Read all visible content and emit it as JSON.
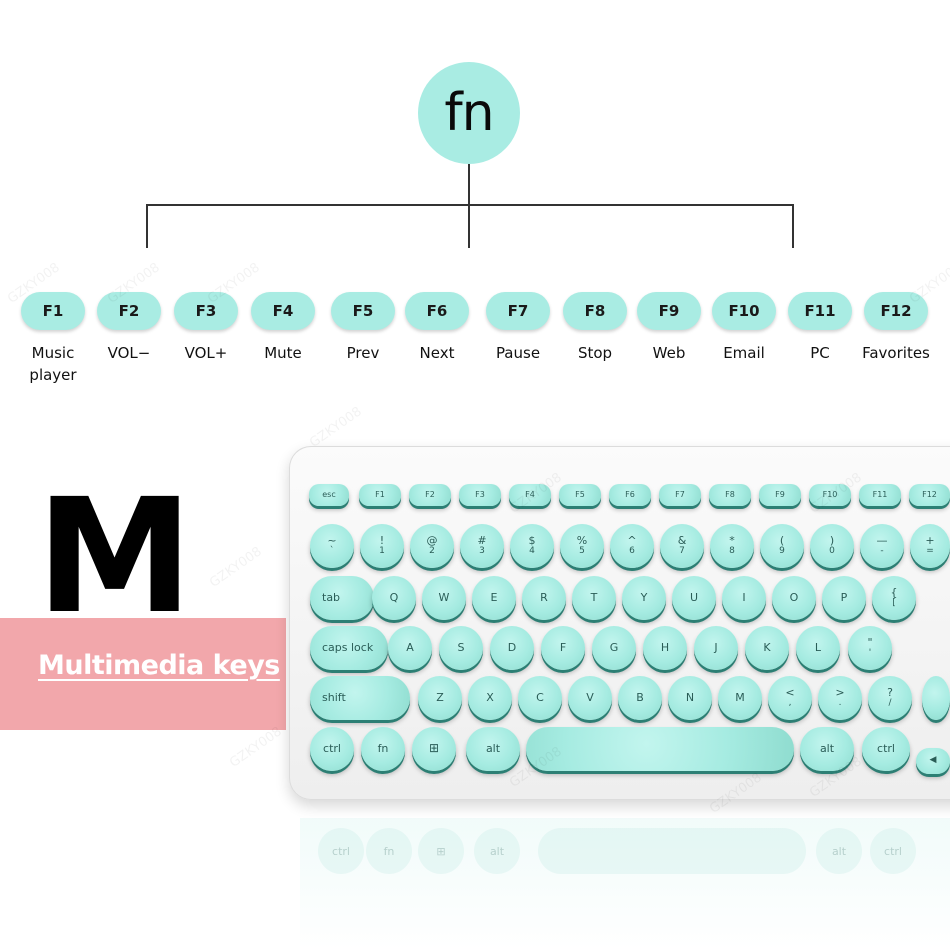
{
  "fn_key": {
    "label": "fn"
  },
  "function_keys": [
    {
      "key": "F1",
      "label_lines": [
        "Music",
        "player"
      ]
    },
    {
      "key": "F2",
      "label_lines": [
        "VOL−"
      ]
    },
    {
      "key": "F3",
      "label_lines": [
        "VOL+"
      ]
    },
    {
      "key": "F4",
      "label_lines": [
        "Mute"
      ]
    },
    {
      "key": "F5",
      "label_lines": [
        "Prev"
      ]
    },
    {
      "key": "F6",
      "label_lines": [
        "Next"
      ]
    },
    {
      "key": "F7",
      "label_lines": [
        "Pause"
      ]
    },
    {
      "key": "F8",
      "label_lines": [
        "Stop"
      ]
    },
    {
      "key": "F9",
      "label_lines": [
        "Web"
      ]
    },
    {
      "key": "F10",
      "label_lines": [
        "Email"
      ]
    },
    {
      "key": "F11",
      "label_lines": [
        "PC"
      ]
    },
    {
      "key": "F12",
      "label_lines": [
        "Favorites"
      ]
    }
  ],
  "hero": {
    "letter": "M",
    "caption": "Multimedia keys"
  },
  "watermark_text": "GZKY008",
  "keyboard": {
    "fn_row": [
      "esc",
      "F1",
      "F2",
      "F3",
      "F4",
      "F5",
      "F6",
      "F7",
      "F8",
      "F9",
      "F10",
      "F11",
      "F12"
    ],
    "number_row": [
      {
        "top": "~",
        "bottom": "`"
      },
      {
        "top": "!",
        "bottom": "1"
      },
      {
        "top": "@",
        "bottom": "2"
      },
      {
        "top": "#",
        "bottom": "3"
      },
      {
        "top": "$",
        "bottom": "4"
      },
      {
        "top": "%",
        "bottom": "5"
      },
      {
        "top": "^",
        "bottom": "6"
      },
      {
        "top": "&",
        "bottom": "7"
      },
      {
        "top": "*",
        "bottom": "8"
      },
      {
        "top": "(",
        "bottom": "9"
      },
      {
        "top": ")",
        "bottom": "0"
      },
      {
        "top": "—",
        "bottom": "-"
      },
      {
        "top": "+",
        "bottom": "="
      }
    ],
    "tab_label": "tab",
    "q_row": [
      "Q",
      "W",
      "E",
      "R",
      "T",
      "Y",
      "U",
      "I",
      "O",
      "P"
    ],
    "q_row_extra": {
      "top": "{",
      "bottom": "["
    },
    "caps_label": "caps lock",
    "a_row": [
      "A",
      "S",
      "D",
      "F",
      "G",
      "H",
      "J",
      "K",
      "L"
    ],
    "a_row_extra": {
      "top": "\"",
      "bottom": "'"
    },
    "shift_label": "shift",
    "z_row": [
      "Z",
      "X",
      "C",
      "V",
      "B",
      "N",
      "M"
    ],
    "z_row_extra": [
      {
        "top": "<",
        "bottom": ","
      },
      {
        "top": ">",
        "bottom": "."
      },
      {
        "top": "?",
        "bottom": "/"
      }
    ],
    "bottom_row": {
      "ctrl": "ctrl",
      "fn": "fn",
      "win": "⊞",
      "alt": "alt",
      "alt_right": "alt",
      "ctrl_right": "ctrl",
      "arrow": "◀"
    },
    "reflection": [
      "ctrl",
      "fn",
      "⊞",
      "alt",
      "alt",
      "ctrl"
    ]
  },
  "colors": {
    "key_mint": "#a9ece3",
    "key_shadow": "#2c7f74",
    "pink_band": "#f2a7ab",
    "body": "#f4f4f4"
  }
}
